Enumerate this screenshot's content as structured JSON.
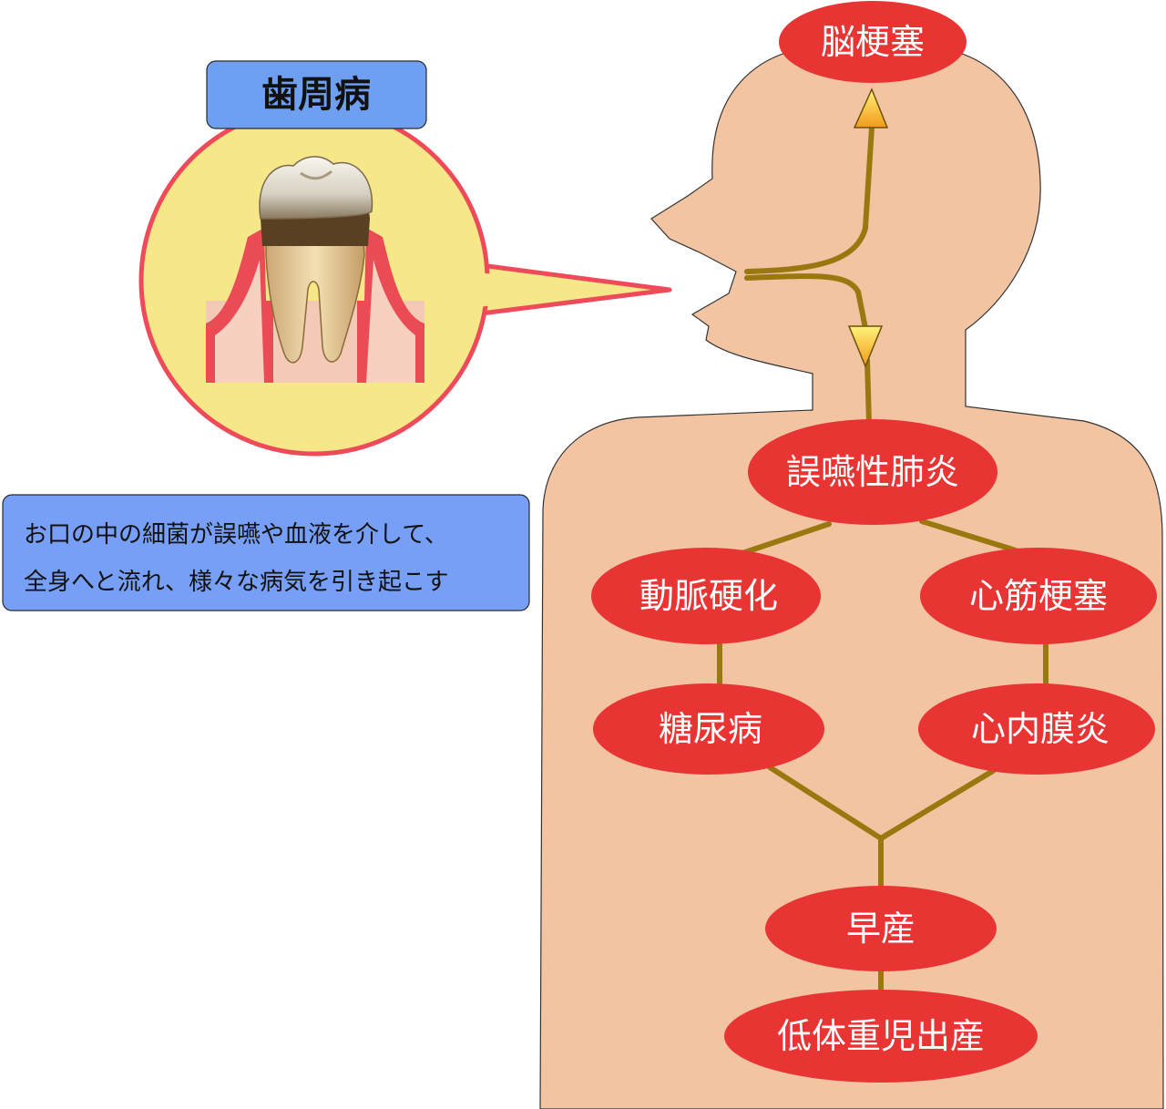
{
  "title": "歯周病",
  "description": {
    "line1": "お口の中の細菌が誤嚥や血液を介して、",
    "line2": "全身へと流れ、様々な病気を引き起こす"
  },
  "conditions": {
    "stroke": "脳梗塞",
    "aspiration_pneumonia": "誤嚥性肺炎",
    "arteriosclerosis": "動脈硬化",
    "myocardial_infarction": "心筋梗塞",
    "diabetes": "糖尿病",
    "endocarditis": "心内膜炎",
    "premature_birth": "早産",
    "low_birth_weight": "低体重児出産"
  },
  "colors": {
    "skin": "#f3c4a2",
    "node_red": "#e93434",
    "path_line": "#9a7810",
    "bubble_fill": "#f6e888",
    "bubble_border": "#ef4a5a",
    "title_box": "#6f9ff0",
    "desc_box": "#779ff5"
  }
}
